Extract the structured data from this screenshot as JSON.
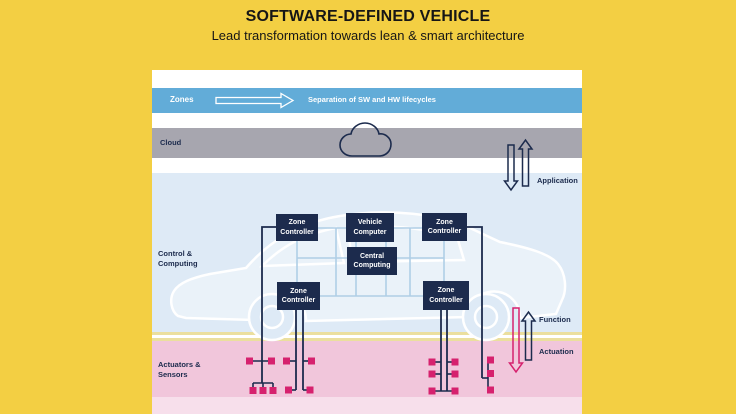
{
  "header": {
    "title": "SOFTWARE-DEFINED VEHICLE",
    "subtitle": "Lead transformation towards lean & smart architecture"
  },
  "lanes": {
    "zones": {
      "label": "Zones",
      "caption": "Separation of SW and HW lifecycles"
    },
    "cloud": {
      "label": "Cloud"
    },
    "control_computing": {
      "label": "Control & Computing"
    },
    "actuators_sensors": {
      "label": "Actuators & Sensors"
    }
  },
  "nodes": {
    "zone_controller": {
      "label": "Zone Controller"
    },
    "vehicle_computer": {
      "label": "Vehicle Computer"
    },
    "central_computing": {
      "label": "Central Computing"
    }
  },
  "flow_labels": {
    "application": "Application",
    "function": "Function",
    "actuation": "Actuation"
  },
  "icons": {
    "cloud": "cloud-icon",
    "zones_arrow": "right-arrow-icon",
    "application_arrows": "up-down-arrows-icon",
    "function_arrow": "up-arrow-icon",
    "actuation_arrow": "down-arrow-icon",
    "vehicle": "car-silhouette"
  },
  "colors": {
    "background": "#F3CF43",
    "lane_zones": "#62ACD8",
    "lane_cloud": "#A7A6AF",
    "lane_control": "#DEEAF6",
    "lane_actuators": "#F1C6DB",
    "lane_actuators_light": "#F7DFEB",
    "separator_gold": "#EBDF9E",
    "node_navy": "#1C2B4D",
    "accent_magenta": "#D6216E",
    "bus_light_blue": "#AFCEE6"
  }
}
